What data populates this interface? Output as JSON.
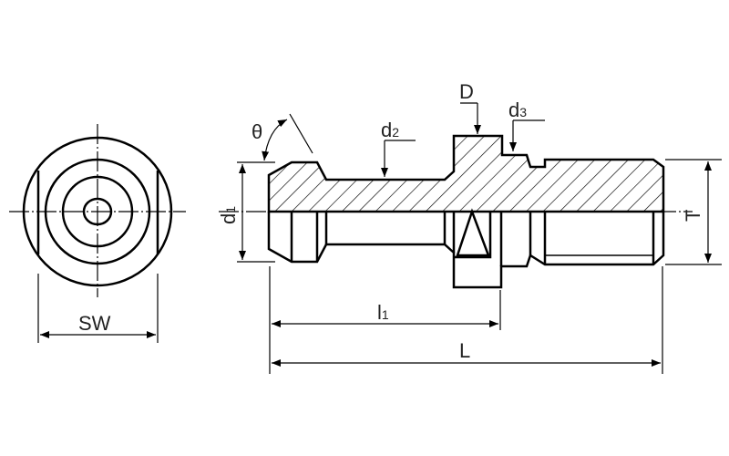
{
  "labels": {
    "theta": "θ",
    "d2": "d",
    "d2_sub": "2",
    "D": "D",
    "d3": "d",
    "d3_sub": "3",
    "d1": "d",
    "d1_sub": "1",
    "T": "T",
    "l1": "l",
    "l1_sub": "1",
    "L": "L",
    "SW": "SW"
  },
  "colors": {
    "line": "#000000",
    "text": "#222222"
  }
}
